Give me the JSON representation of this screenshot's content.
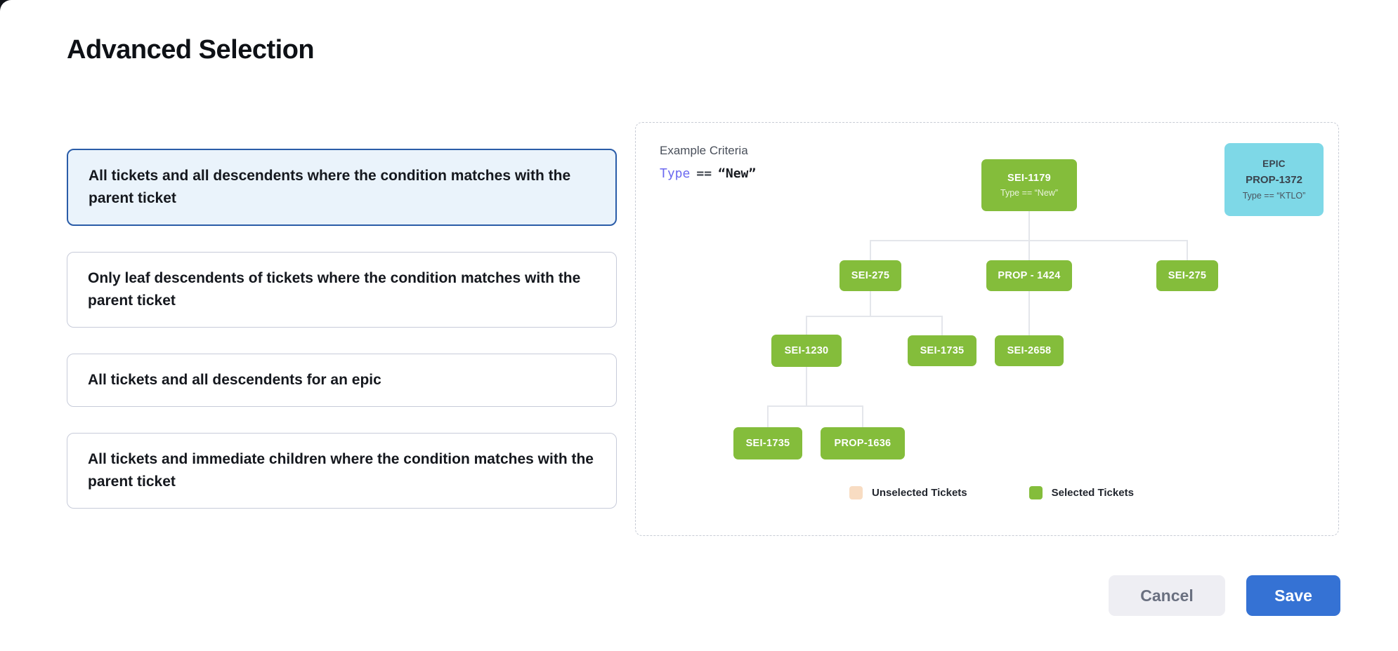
{
  "page": {
    "title": "Advanced Selection"
  },
  "options": [
    {
      "label": "All tickets and all descendents where the condition matches with the parent ticket",
      "selected": true
    },
    {
      "label": "Only leaf descendents of tickets where the condition matches with the parent ticket",
      "selected": false
    },
    {
      "label": "All tickets and all descendents for an epic",
      "selected": false
    },
    {
      "label": "All tickets and immediate children where the condition matches with the parent ticket",
      "selected": false
    }
  ],
  "preview": {
    "example_criteria_label": "Example Criteria",
    "criteria": {
      "field": "Type",
      "operator": "==",
      "value": "“New”"
    },
    "epic_card": {
      "line1": "EPIC",
      "line2": "PROP-1372",
      "line3": "Type == “KTLO”"
    },
    "tree": {
      "nodes": [
        {
          "label": "SEI-1179",
          "subtitle": "Type == “New”"
        },
        {
          "label": "SEI-275"
        },
        {
          "label": "PROP - 1424"
        },
        {
          "label": "SEI-275"
        },
        {
          "label": "SEI-1230"
        },
        {
          "label": "SEI-1735"
        },
        {
          "label": "SEI-2658"
        },
        {
          "label": "SEI-1735"
        },
        {
          "label": "PROP-1636"
        }
      ]
    },
    "legend": [
      {
        "label": "Unselected Tickets",
        "color": "#F8DCC2"
      },
      {
        "label": "Selected Tickets",
        "color": "#84BD3B"
      }
    ]
  },
  "actions": {
    "cancel_label": "Cancel",
    "save_label": "Save"
  },
  "colors": {
    "selected_node_green": "#84BD3B",
    "unselected_peach": "#F8DCC2",
    "epic_cyan": "#7ED8E7",
    "selected_card_border": "#2A5CA8",
    "selected_card_bg": "#EAF3FB",
    "card_border": "#C7CBD9",
    "panel_dashed_border": "#C8CCD5",
    "criteria_field_purple": "#6C69F0",
    "save_button_blue": "#3572D4",
    "cancel_button_bg": "#EEEEF3",
    "tree_line": "#E4E6EB"
  }
}
